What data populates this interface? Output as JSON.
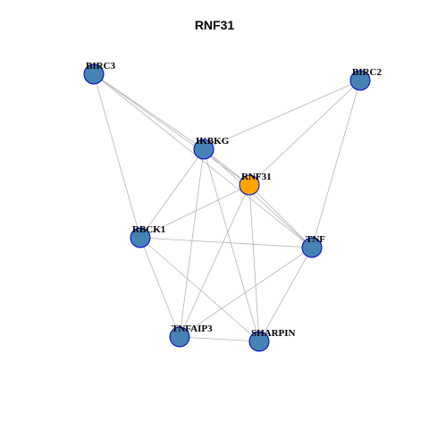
{
  "title": "RNF31",
  "colors": {
    "node_fill": "#4682b4",
    "node_stroke": "#0000cc",
    "highlight_fill": "#ffa500",
    "edge": "#b3b3b3"
  },
  "network": {
    "nodes": [
      {
        "id": "BIRC3",
        "label": "BIRC3",
        "highlight": false
      },
      {
        "id": "BIRC2",
        "label": "BIRC2",
        "highlight": false
      },
      {
        "id": "IKBKG",
        "label": "IKBKG",
        "highlight": false
      },
      {
        "id": "RNF31",
        "label": "RNF31",
        "highlight": true
      },
      {
        "id": "RBCK1",
        "label": "RBCK1",
        "highlight": false
      },
      {
        "id": "TNF",
        "label": "TNF",
        "highlight": false
      },
      {
        "id": "TNFAIP3",
        "label": "TNFAIP3",
        "highlight": false
      },
      {
        "id": "SHARPIN",
        "label": "SHARPIN",
        "highlight": false
      }
    ],
    "edges": [
      [
        "BIRC3",
        "IKBKG"
      ],
      [
        "BIRC3",
        "RNF31"
      ],
      [
        "BIRC3",
        "RBCK1"
      ],
      [
        "BIRC3",
        "TNF"
      ],
      [
        "BIRC2",
        "IKBKG"
      ],
      [
        "BIRC2",
        "RNF31"
      ],
      [
        "BIRC2",
        "TNF"
      ],
      [
        "IKBKG",
        "RNF31"
      ],
      [
        "IKBKG",
        "RBCK1"
      ],
      [
        "IKBKG",
        "TNF"
      ],
      [
        "IKBKG",
        "TNFAIP3"
      ],
      [
        "IKBKG",
        "SHARPIN"
      ],
      [
        "RNF31",
        "RBCK1"
      ],
      [
        "RNF31",
        "TNF"
      ],
      [
        "RNF31",
        "TNFAIP3"
      ],
      [
        "RNF31",
        "SHARPIN"
      ],
      [
        "RBCK1",
        "TNF"
      ],
      [
        "RBCK1",
        "TNFAIP3"
      ],
      [
        "RBCK1",
        "SHARPIN"
      ],
      [
        "TNF",
        "TNFAIP3"
      ],
      [
        "TNF",
        "SHARPIN"
      ],
      [
        "TNFAIP3",
        "SHARPIN"
      ]
    ]
  }
}
